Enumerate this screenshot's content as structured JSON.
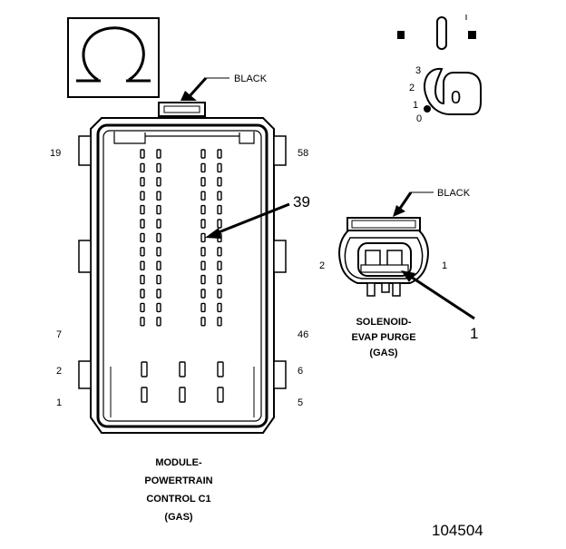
{
  "ohm_symbol": "Ω",
  "pcm": {
    "color_label": "BLACK",
    "pin_labels": {
      "p19": "19",
      "p58": "58",
      "p7": "7",
      "p46": "46",
      "p2": "2",
      "p6": "6",
      "p1": "1",
      "p5": "5"
    },
    "callout_pin": "39",
    "caption": [
      "MODULE-",
      "POWERTRAIN",
      "CONTROL C1",
      "(GAS)"
    ]
  },
  "solenoid": {
    "color_label": "BLACK",
    "pin_left": "2",
    "pin_right": "1",
    "callout_pin": "1",
    "caption": [
      "SOLENOID-",
      "EVAP PURGE",
      "(GAS)"
    ]
  },
  "key_switch": {
    "positions": [
      "3",
      "2",
      "1",
      "0"
    ],
    "key_label": "0"
  },
  "figure_number": "104504",
  "colors": {
    "ink": "#000000",
    "background": "#ffffff"
  }
}
